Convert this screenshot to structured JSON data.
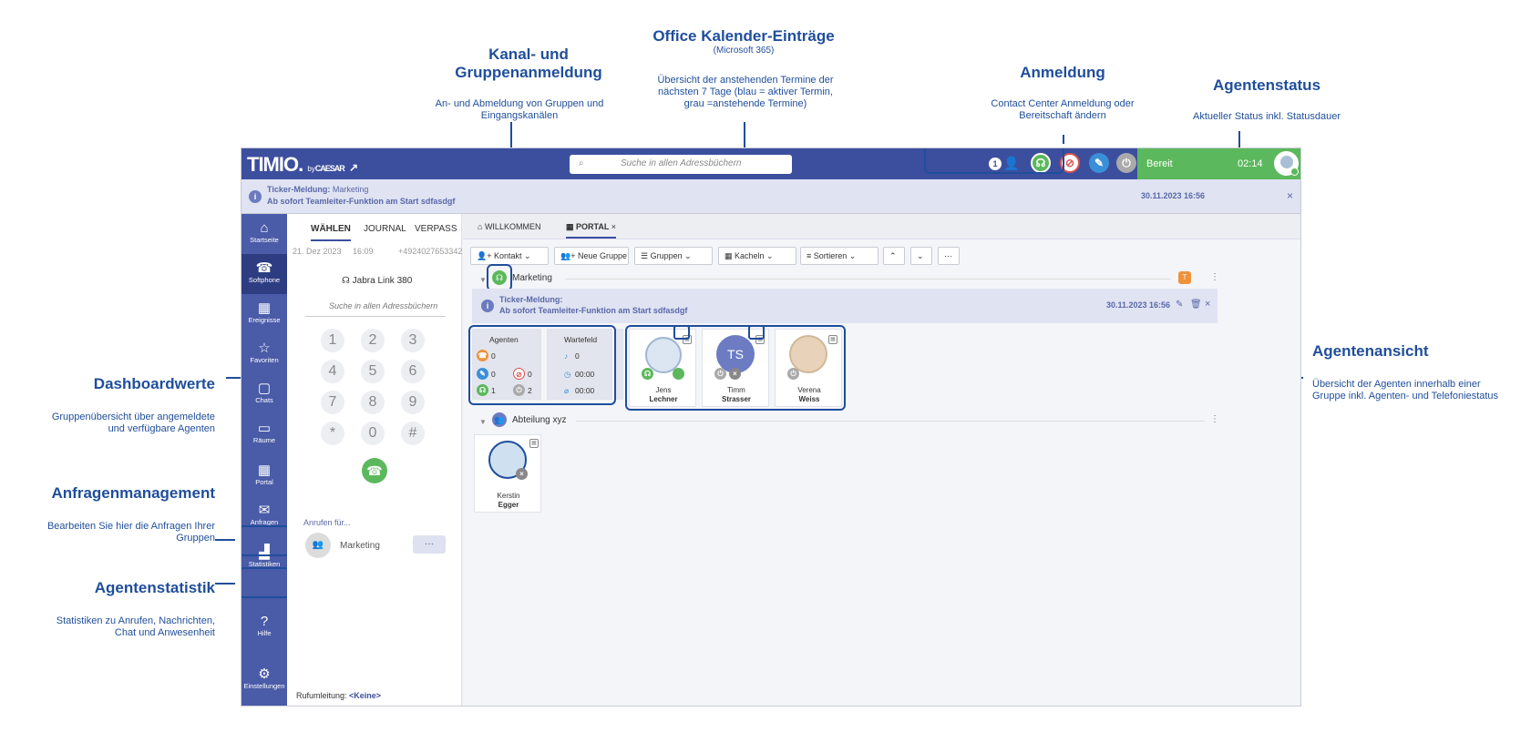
{
  "annotations": {
    "kanal_title": "Kanal- und Gruppenanmeldung",
    "kanal_sub": "An- und Abmeldung von Gruppen und Eingangskanälen",
    "office_title": "Office Kalender-Einträge",
    "office_small": "(Microsoft 365)",
    "office_sub": "Übersicht der anstehenden Termine der nächsten 7 Tage (blau = aktiver Termin, grau =anstehende Termine)",
    "anmeldung_title": "Anmeldung",
    "anmeldung_sub": "Contact Center Anmeldung oder Bereitschaft ändern",
    "agentenstatus_title": "Agentenstatus",
    "agentenstatus_sub": "Aktueller Status inkl. Statusdauer",
    "agentenansicht_title": "Agentenansicht",
    "agentenansicht_sub": "Übersicht der Agenten innerhalb einer Gruppe inkl. Agenten- und Telefoniestatus",
    "dashboard_title": "Dashboardwerte",
    "dashboard_sub": "Gruppenübersicht über angemeldete und verfügbare Agenten",
    "anfragen_title": "Anfragenmanagement",
    "anfragen_sub": "Bearbeiten Sie hier die Anfragen Ihrer Gruppen",
    "statistik_title": "Agentenstatistik",
    "statistik_sub": "Statistiken zu Anrufen, Nachrichten, Chat und Anwesenheit"
  },
  "header": {
    "logo": "TIMIO.",
    "logo_by": "by",
    "logo_brand": "CAESAR",
    "search_placeholder": "Suche in allen Adressbüchern",
    "badge_count": "1",
    "status_text": "Bereit",
    "status_time": "02:14"
  },
  "ticker": {
    "label": "Ticker-Meldung:",
    "group": "Marketing",
    "message": "Ab sofort Teamleiter-Funktion am Start sdfasdgf",
    "date": "30.11.2023 16:56"
  },
  "sidebar": {
    "items": [
      {
        "label": "Startseite",
        "icon": "home-icon"
      },
      {
        "label": "Softphone",
        "icon": "phone-icon"
      },
      {
        "label": "Ereignisse",
        "icon": "calendar-icon"
      },
      {
        "label": "Favoriten",
        "icon": "star-icon"
      },
      {
        "label": "Chats",
        "icon": "chat-icon"
      },
      {
        "label": "Räume",
        "icon": "rooms-icon"
      },
      {
        "label": "Portal",
        "icon": "grid-icon"
      },
      {
        "label": "Anfragen",
        "icon": "inbox-icon"
      },
      {
        "label": "Statistiken",
        "icon": "stats-icon"
      },
      {
        "label": "Hilfe",
        "icon": "help-icon"
      },
      {
        "label": "Einstellungen",
        "icon": "gear-icon"
      }
    ]
  },
  "phone": {
    "tabs": [
      "WÄHLEN",
      "JOURNAL",
      "VERPASS"
    ],
    "last_call_date": "21. Dez 2023",
    "last_call_time": "16:09",
    "last_call_number": "+4924027653342",
    "device": "Jabra Link 380",
    "search_placeholder": "Suche in allen Adressbüchern",
    "keys": [
      "1",
      "2",
      "3",
      "4",
      "5",
      "6",
      "7",
      "8",
      "9",
      "*",
      "0",
      "#"
    ],
    "call_for_label": "Anrufen für...",
    "call_for_group": "Marketing",
    "more": "···",
    "forwarding_label": "Rufumleitung:",
    "forwarding_value": "<Keine>"
  },
  "portal": {
    "tabs": [
      {
        "label": "WILLKOMMEN"
      },
      {
        "label": "PORTAL"
      }
    ],
    "toolbar": {
      "contact": "Kontakt",
      "new_group": "Neue Gruppe",
      "groups": "Gruppen",
      "tiles": "Kacheln",
      "sort": "Sortieren",
      "more": "···"
    },
    "group1": {
      "name": "Marketing",
      "badge": "T",
      "ticker_label": "Ticker-Meldung:",
      "ticker_message": "Ab sofort Teamleiter-Funktion am Start sdfasdgf",
      "ticker_date": "30.11.2023 16:56",
      "dashboard": {
        "agents_title": "Agenten",
        "queue_title": "Wartefeld",
        "busy": "0",
        "pause": "0",
        "dnd": "0",
        "login": "1",
        "logout": "2",
        "queue_count": "0",
        "wait_time": "00:00",
        "avg_time": "00:00"
      },
      "agents": [
        {
          "first": "Jens",
          "last": "Lechner"
        },
        {
          "first": "Timm",
          "last": "Strasser",
          "initials": "TS"
        },
        {
          "first": "Verena",
          "last": "Weiss"
        }
      ]
    },
    "group2": {
      "name": "Abteilung xyz",
      "agents": [
        {
          "first": "Kerstin",
          "last": "Egger"
        }
      ]
    }
  },
  "colors": {
    "primary": "#3c4f9e",
    "sidebar": "#4a5ba8",
    "ready": "#5cb85c",
    "annotation": "#1f4e9b"
  }
}
